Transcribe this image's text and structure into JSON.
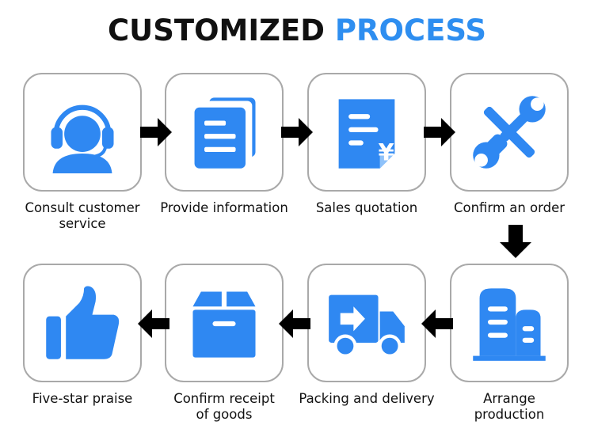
{
  "title": {
    "part1": "CUSTOMIZED",
    "part2": "PROCESS"
  },
  "colors": {
    "accent": "#2e8ef0",
    "icon": "#2f88f2",
    "border": "#a9a9a9",
    "arrow": "#000000"
  },
  "steps": [
    {
      "label": "Consult customer\nservice",
      "icon": "headset-agent-icon"
    },
    {
      "label": "Provide information",
      "icon": "documents-icon"
    },
    {
      "label": "Sales quotation",
      "icon": "quotation-yen-icon"
    },
    {
      "label": "Confirm an order",
      "icon": "tools-icon"
    },
    {
      "label": "Arrange\nproduction",
      "icon": "factory-building-icon"
    },
    {
      "label": "Packing and delivery",
      "icon": "delivery-truck-icon"
    },
    {
      "label": "Confirm receipt\nof goods",
      "icon": "package-box-icon"
    },
    {
      "label": "Five-star praise",
      "icon": "thumbs-up-icon"
    }
  ]
}
